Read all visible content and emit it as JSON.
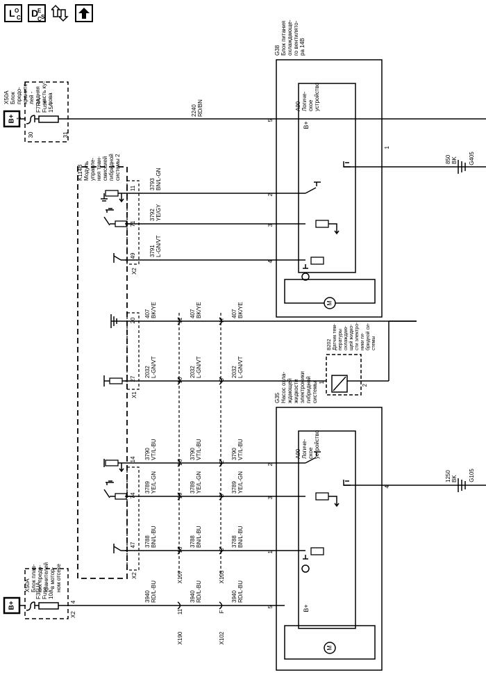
{
  "toolbar": {
    "loc": {
      "big": "L",
      "sub1": "O",
      "sub2": "C"
    },
    "desc": {
      "big": "D",
      "sub1": "E",
      "sub2": "S",
      "sub3": "C"
    }
  },
  "fuse_blocks": {
    "top": {
      "name_lines": [
        "X50A",
        "Блок",
        "предо-",
        "храните-",
        "лей -",
        "задняя",
        "часть ку-",
        "зова"
      ],
      "fuse_lines": [
        "F7RA",
        "Fuse",
        "15A"
      ],
      "pin_left": "30",
      "pin_right": "31",
      "pin_one": "1",
      "battery": "B+"
    },
    "bottom": {
      "name_lines": [
        "X50A",
        "Блок плав-",
        "ких предо-",
        "хранителей",
        "- в мотор-",
        "ном отсеке"
      ],
      "fuse_lines": [
        "F35UA",
        "Fuse",
        "10A"
      ],
      "pin": "4",
      "connector": "X2",
      "battery": "B+"
    }
  },
  "module": {
    "name_lines": [
      "K114B",
      "Модуль",
      "управле-",
      "ния тран-",
      "смиссией",
      "гибридной",
      "системы 2"
    ],
    "pins": [
      "11",
      "71",
      "49",
      "20",
      "27",
      "14",
      "74",
      "47"
    ],
    "connectors": [
      "X2",
      "X1",
      "X2"
    ]
  },
  "components": {
    "g38": {
      "name_lines": [
        "G38",
        "Блок питания",
        "охлаждающе-",
        "го вентилято-",
        "ра 14В"
      ],
      "a90_lines": [
        "A90",
        "Логиче-",
        "ское",
        "устройство"
      ],
      "pins": [
        "5",
        "1",
        "2",
        "3",
        "4"
      ],
      "bplus": "B+"
    },
    "g35": {
      "name_lines": [
        "G35",
        "Насос охла-",
        "ждающей",
        "жидкости",
        "электроники",
        "гибридной",
        "системы"
      ],
      "a90_lines": [
        "A90",
        "Логиче-",
        "ское",
        "устройство"
      ],
      "pins": [
        "5",
        "4",
        "2",
        "3",
        "1"
      ],
      "bplus": "B+"
    },
    "b202": {
      "name_lines": [
        "B202",
        "Датчик тем-",
        "пературы",
        "охлаждаю-",
        "щей жидко-",
        "сти электро-",
        "ники ги-",
        "бридной си-",
        "стемы"
      ],
      "pins": [
        "1",
        "2"
      ]
    }
  },
  "inline_connectors": {
    "x190": {
      "name": "X190",
      "pin": "11"
    },
    "x107": {
      "name": "X107",
      "pins": [
        "11",
        "10",
        "20",
        "19",
        "18"
      ]
    },
    "x102": {
      "name": "X102",
      "pin": "F"
    },
    "x103": {
      "name": "X103",
      "pins": [
        "H",
        "G",
        "E",
        "D",
        "C"
      ]
    }
  },
  "grounds": {
    "g405": "G405",
    "g105": "G105"
  },
  "wires": {
    "w2240": {
      "num": "2240",
      "color": "RD/BN"
    },
    "w850": {
      "num": "850",
      "color": "BK"
    },
    "w3793": {
      "num": "3793",
      "color": "BN/L-GN"
    },
    "w3792": {
      "num": "3792",
      "color": "YE/GY"
    },
    "w3791": {
      "num": "3791",
      "color": "L-GN/VT"
    },
    "w407": {
      "num": "407",
      "color": "BK/YE"
    },
    "w2032": {
      "num": "2032",
      "color": "L-GN/VT"
    },
    "w3790": {
      "num": "3790",
      "color": "VT/L-BU"
    },
    "w3789": {
      "num": "3789",
      "color": "YE/L-GN"
    },
    "w3788": {
      "num": "3788",
      "color": "BN/L-BU"
    },
    "w3940": {
      "num": "3940",
      "color": "RD/L-BU"
    },
    "w1250": {
      "num": "1250",
      "color": "BK"
    }
  }
}
